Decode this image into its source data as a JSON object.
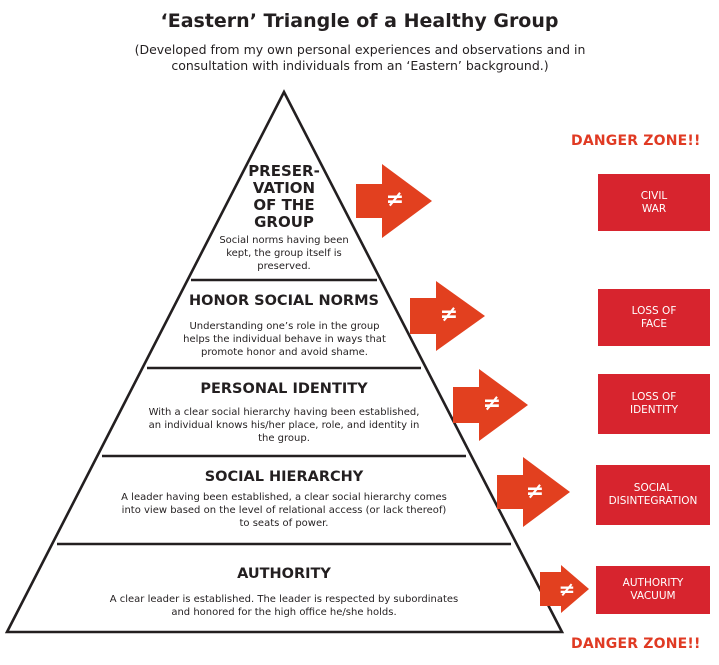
{
  "title": "‘Eastern’ Triangle of a Healthy Group",
  "subtitle": "(Developed from my own personal experiences and observations and in consultation with individuals from an ‘Eastern’ background.)",
  "colors": {
    "accent_red": "#d7242e",
    "arrow_red": "#e2401f",
    "danger_text": "#e03a23",
    "outline": "#231f20"
  },
  "levels": [
    {
      "title": "PRESER-\nVATION\nOF THE\nGROUP",
      "description": "Social norms having been kept, the group itself is preserved."
    },
    {
      "title": "HONOR SOCIAL NORMS",
      "description": "Understanding  one’s role in the group helps the individual behave in ways that promote honor and avoid shame."
    },
    {
      "title": "PERSONAL IDENTITY",
      "description": "With a clear social hierarchy having been established, an individual knows his/her place, role, and identity in the group."
    },
    {
      "title": "SOCIAL HIERARCHY",
      "description": "A leader having been established, a clear social hierarchy comes into view based on the level of relational access (or lack thereof) to seats of power."
    },
    {
      "title": "AUTHORITY",
      "description": "A clear leader is established. The leader is respected by subordinates and honored for the high office he/she holds."
    }
  ],
  "arrow_symbol": "≠",
  "danger_zone_label": "DANGER ZONE!!",
  "danger_boxes": [
    {
      "line1": "CIVIL",
      "line2": "WAR"
    },
    {
      "line1": "LOSS OF",
      "line2": "FACE"
    },
    {
      "line1": "LOSS OF",
      "line2": "IDENTITY"
    },
    {
      "line1": "SOCIAL",
      "line2": "DISINTEGRATION"
    },
    {
      "line1": "AUTHORITY",
      "line2": "VACUUM"
    }
  ]
}
